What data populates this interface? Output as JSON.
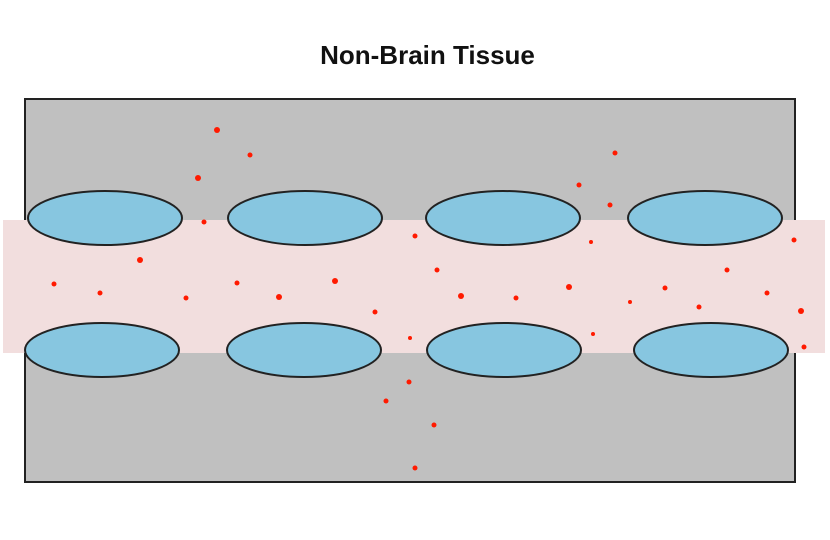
{
  "title": "Non-Brain Tissue",
  "colors": {
    "tissue": "#c0c0c0",
    "vessel_band": "#f2dede",
    "cells": "#87c6e0",
    "particles": "#ff1a00",
    "outline": "#222222"
  },
  "elements": {
    "tissue_block": "tissue",
    "vessel_band": "vessel band",
    "cells": "endothelial cells",
    "particles": "particles"
  }
}
